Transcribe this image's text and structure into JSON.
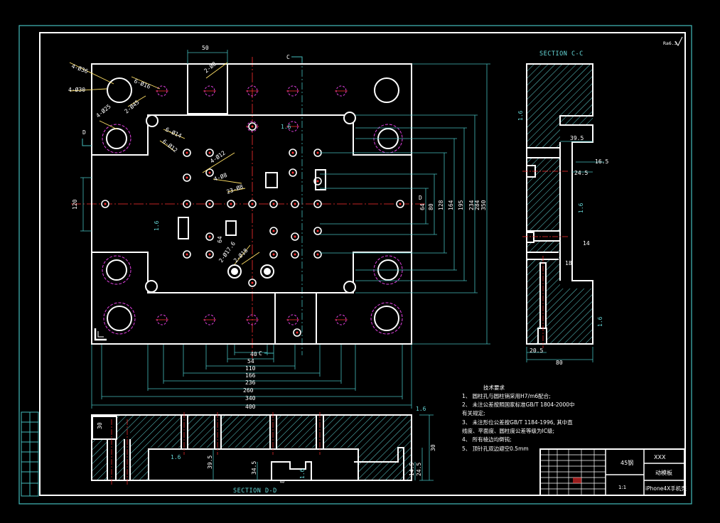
{
  "sections": {
    "section_cc": "SECTION C-C",
    "section_dd": "SECTION D-D",
    "mark_c_top": "C",
    "mark_c_bottom": "C",
    "mark_d_left": "D",
    "mark_d_right": "D"
  },
  "roughness_mark": "Ra6.3",
  "hole_callouts": [
    "4-Ø36",
    "4-Ø30",
    "6-Ø16",
    "4-Ø25",
    "6-Ø14",
    "6-Ø12",
    "2-Ø45",
    "4-Ø12",
    "4-Ø8",
    "23-Ø8",
    "2-Ø17.6",
    "2-Ø18",
    "2-Ø8"
  ],
  "dimensions": {
    "top_width": "50",
    "left_height": "120",
    "right_vertical": [
      "64",
      "80",
      "128",
      "164",
      "195",
      "234",
      "284",
      "350"
    ],
    "bottom_horizontal": [
      "40",
      "54",
      "110",
      "166",
      "236",
      "260",
      "340",
      "400"
    ],
    "mid_small": "64",
    "roughness_values": [
      "1.6",
      "1.6",
      "1.6"
    ],
    "section_cc": [
      "39.5",
      "16.5",
      "24.5",
      "1.6",
      "1.6",
      "14",
      "18",
      "20.5",
      "80",
      "1.6"
    ],
    "section_dd": [
      "30",
      "39.5",
      "34.5",
      "30",
      "1.6",
      "1.6",
      "8",
      "14.5",
      "24.5"
    ]
  },
  "technical_requirements": {
    "title": "技术要求",
    "items": [
      "1、 圆柱孔与圆柱销采用H7/m6配合;",
      "2、 未注公差按照国家标准GB/T 1804-2000中",
      "   有关规定;",
      "3、 未注形位公差按GB/T 1184-1996, 其中直",
      "   线度、平面度、圆柱度公差等级为IC级;",
      "4、 所有棱边均倒钝;",
      "5、 顶针孔双边避空0.5mm"
    ]
  },
  "title_block": {
    "material": "45钢",
    "school": "XXX",
    "part_name": "动模板",
    "drawing_name": "iPhone4X手机壳",
    "scale": "1:1"
  },
  "colors": {
    "background": "#000000",
    "outline": "#ffffff",
    "dimension": "#66d9d9",
    "hatch": "#5fd0d0",
    "hole_magenta": "#e040e0",
    "centerline_red": "#ff3030",
    "callout_yellow": "#ffe066"
  }
}
